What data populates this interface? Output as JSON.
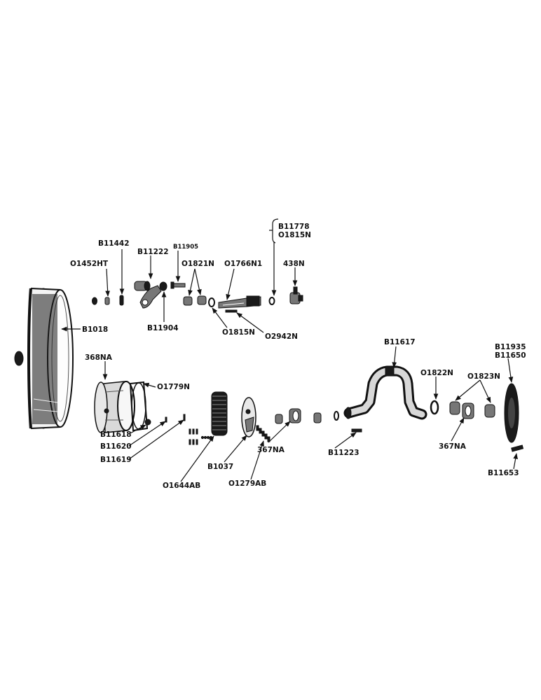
{
  "labels": {
    "B11442": "B11442",
    "B11222": "B11222",
    "B11905": "B11905",
    "B11778": "B11778",
    "O1815N_top": "O1815N",
    "O1452HT": "O1452HT",
    "O1821N": "O1821N",
    "O1766N1": "O1766N1",
    "438N": "438N",
    "B1018": "B1018",
    "B11904": "B11904",
    "O1815N_mid": "O1815N",
    "O2942N": "O2942N",
    "B11617": "B11617",
    "B11935": "B11935",
    "B11650": "B11650",
    "368NA": "368NA",
    "O1779N": "O1779N",
    "O1822N": "O1822N",
    "O1823N": "O1823N",
    "B11618": "B11618",
    "B11620": "B11620",
    "B11619": "B11619",
    "B1037": "B1037",
    "367NA_left": "367NA",
    "B11223": "B11223",
    "367NA_right": "367NA",
    "B11653": "B11653",
    "O1644AB": "O1644AB",
    "O1279AB": "O1279AB"
  }
}
